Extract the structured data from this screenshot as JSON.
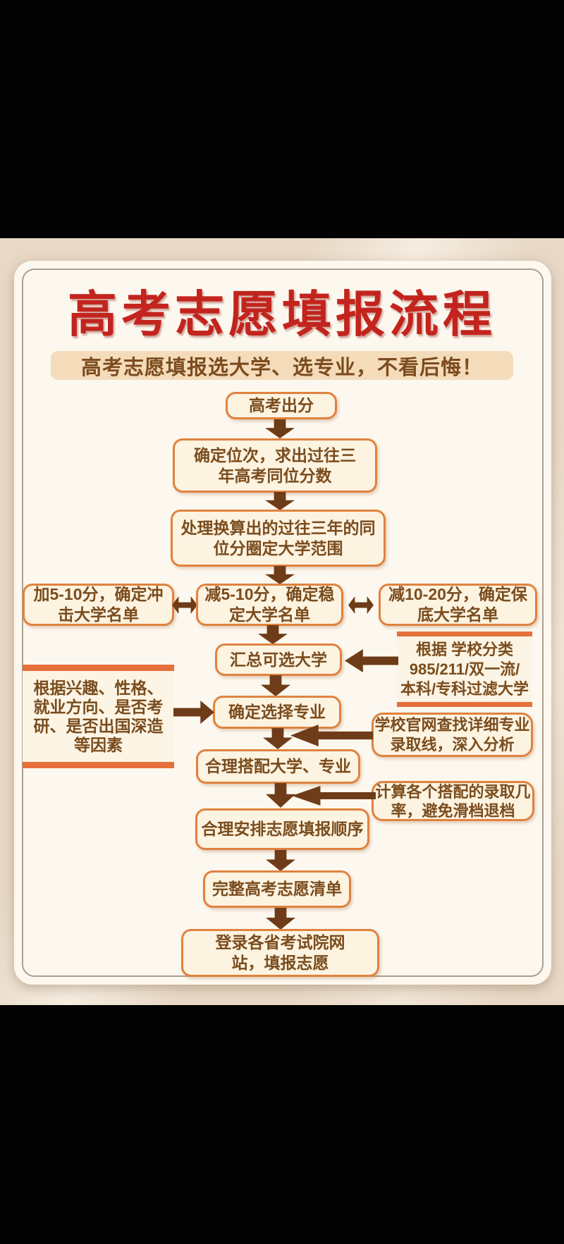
{
  "poster": {
    "title": "高考志愿填报流程",
    "subtitle": "高考志愿填报选大学、选专业，不看后悔！"
  },
  "flow": {
    "steps": [
      {
        "text": "高考出分",
        "lines": [
          "高考出分"
        ]
      },
      {
        "text": "确定位次，求出过往三年高考同位分数",
        "lines": [
          "确定位次，求出过往三",
          "年高考同位分数"
        ]
      },
      {
        "text": "处理换算出的过往三年的同位分圈定大学范围",
        "lines": [
          "处理换算出的过往三年的同",
          "位分圈定大学范围"
        ]
      },
      {
        "text": "减5-10分，确定稳定大学名单",
        "lines": [
          "减5-10分，确定稳",
          "定大学名单"
        ]
      },
      {
        "text": "汇总可选大学",
        "lines": [
          "汇总可选大学"
        ]
      },
      {
        "text": "确定选择专业",
        "lines": [
          "确定选择专业"
        ]
      },
      {
        "text": "合理搭配大学、专业",
        "lines": [
          "合理搭配大学、专业"
        ]
      },
      {
        "text": "合理安排志愿填报顺序",
        "lines": [
          "合理安排志愿填报顺序"
        ]
      },
      {
        "text": "完整高考志愿清单",
        "lines": [
          "完整高考志愿清单"
        ]
      },
      {
        "text": "登录各省考试院网站，填报志愿",
        "lines": [
          "登录各省考试院网",
          "站，填报志愿"
        ]
      }
    ],
    "branches": {
      "left": {
        "text": "加5-10分，确定冲击大学名单",
        "lines": [
          "加5-10分，确定冲",
          "击大学名单"
        ]
      },
      "right": {
        "text": "减10-20分，确定保底大学名单",
        "lines": [
          "减10-20分，确定保",
          "底大学名单"
        ]
      }
    },
    "annotations": {
      "filter": {
        "text": "根据 学校分类 985/211/双一流/本科/专科过滤大学",
        "lines": [
          "根据 学校分类",
          "985/211/双一流/",
          "本科/专科过滤大学"
        ]
      },
      "interest": {
        "text": "根据兴趣、性格、就业方向、是否考研、是否出国深造等因素",
        "lines": [
          "根据兴趣、性格、",
          "就业方向、是否考",
          "研、是否出国深造",
          "等因素"
        ]
      },
      "website": {
        "text": "学校官网查找详细专业录取线，深入分析",
        "lines": [
          "学校官网查找详细专业",
          "录取线，深入分析"
        ]
      },
      "probability": {
        "text": "计算各个搭配的录取几率，避免滑档退档",
        "lines": [
          "计算各个搭配的录取几",
          "率，避免滑档退档"
        ]
      }
    }
  },
  "colors": {
    "letterbox_black": "#030303",
    "poster_beige": "#e8d8c6",
    "card_cream": "#fdf8ef",
    "title_red": "#c3241e",
    "subtitle_bg": "#f4dcba",
    "box_fill": "#fdf3e1",
    "box_border_orange": "#e0823f",
    "note_bar_orange": "#e5703b",
    "text_brown": "#7a4c1d",
    "arrow_brown": "#6e3c18"
  }
}
